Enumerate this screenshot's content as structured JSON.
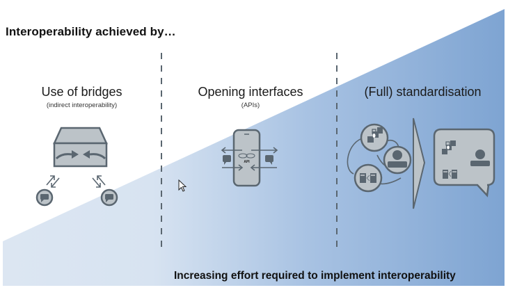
{
  "title": "Interoperability achieved by…",
  "columns": [
    {
      "title": "Use of bridges",
      "subtitle": "(indirect interoperability)",
      "icon": "bridge-icon"
    },
    {
      "title": "Opening interfaces",
      "subtitle": "(APIs)",
      "icon": "api-phone-icon",
      "icon_label": "API"
    },
    {
      "title": "(Full) standardisation",
      "subtitle": "",
      "icon": "standardisation-icon"
    }
  ],
  "footer": "Increasing effort required to implement interoperability",
  "colors": {
    "wedge_light": "#dce6f2",
    "wedge_dark": "#7fa5d3",
    "icon_fill": "#bcc3c8",
    "icon_stroke": "#5a6670",
    "divider": "#5a6670"
  }
}
